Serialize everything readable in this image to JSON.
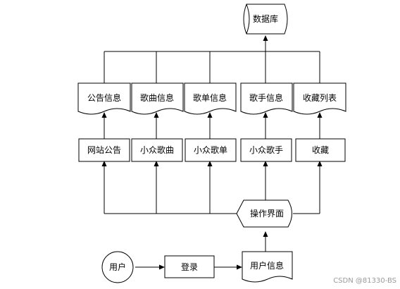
{
  "nodes": {
    "database": "数据库",
    "announcement_info": "公告信息",
    "song_info": "歌曲信息",
    "playlist_info": "歌单信息",
    "singer_info": "歌手信息",
    "favorites_list": "收藏列表",
    "site_announcement": "网站公告",
    "niche_songs": "小众歌曲",
    "niche_playlists": "小众歌单",
    "niche_singers": "小众歌手",
    "favorites": "收藏",
    "operation_ui": "操作界面",
    "user": "用户",
    "login": "登录",
    "user_info": "用户信息"
  },
  "watermark": "CSDN @81330-BS"
}
